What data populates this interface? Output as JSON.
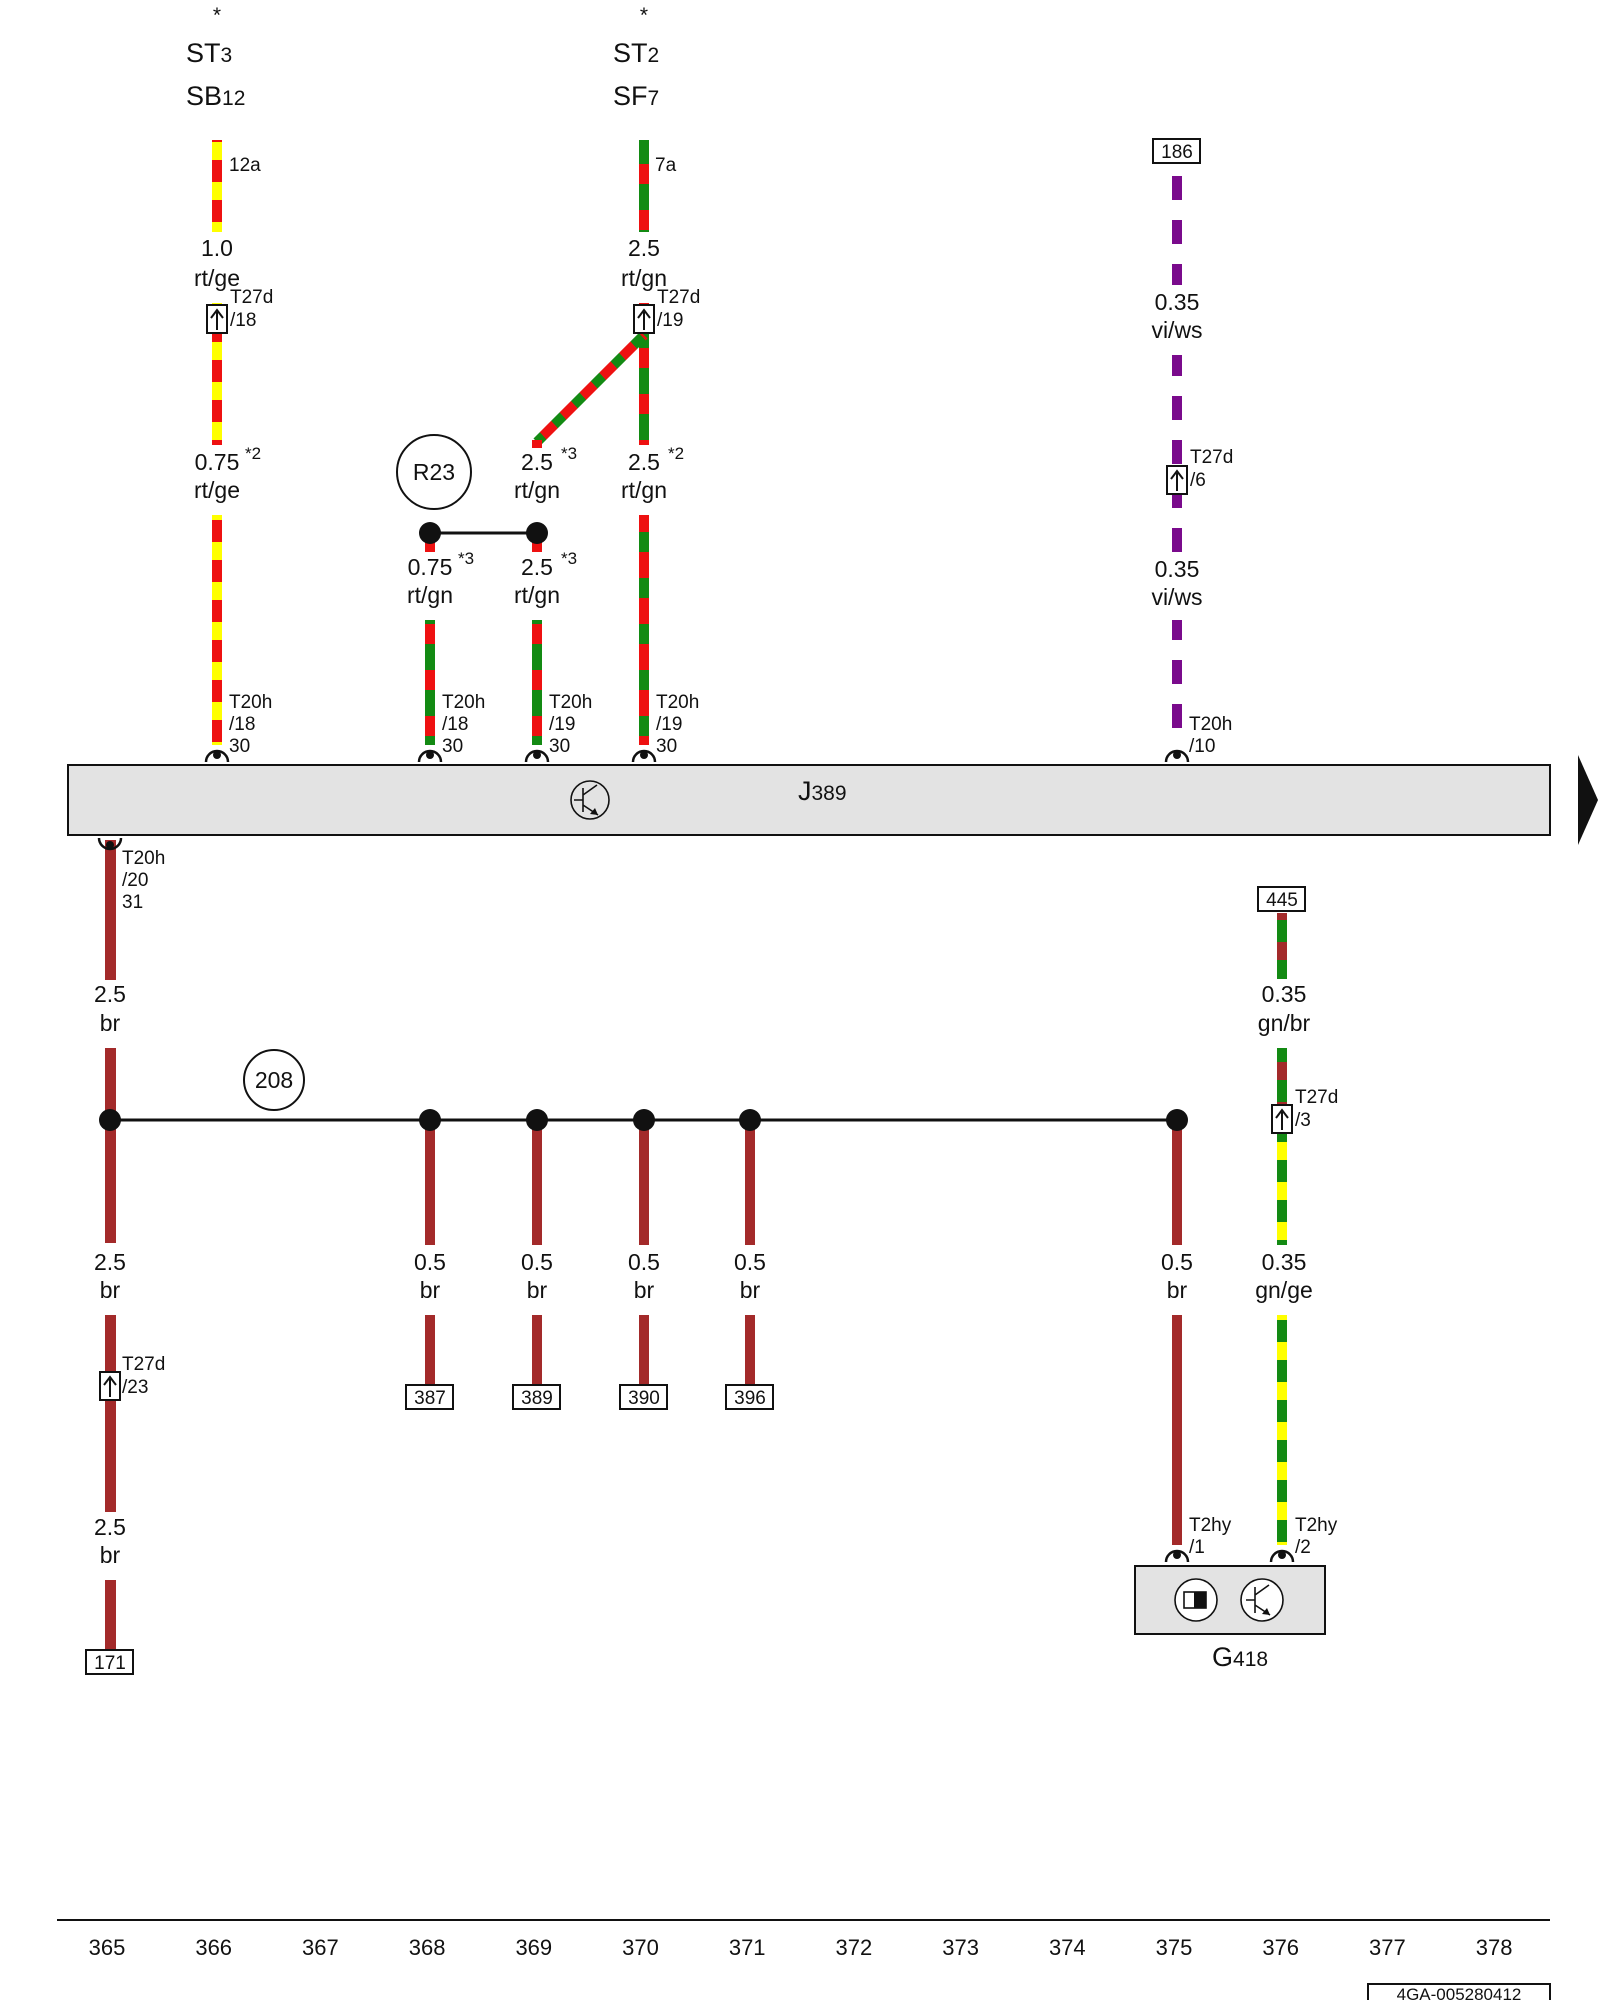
{
  "colors": {
    "rt": "#ee1111",
    "ge": "#ffff00",
    "gn": "#138a13",
    "vi": "#7a0a8c",
    "ws": "#ffffff",
    "br": "#a32a2a",
    "module_fill": "#e3e3e3",
    "line": "#111111"
  },
  "header": {
    "fuse_a": {
      "star": "*",
      "line1": "ST",
      "line1_sub": "3",
      "line2": "SB",
      "line2_sub": "12",
      "term": "12a"
    },
    "fuse_b": {
      "star": "*",
      "line1": "ST",
      "line1_sub": "2",
      "line2": "SF",
      "line2_sub": "7",
      "term": "7a"
    }
  },
  "module_j389": {
    "label": "J",
    "label_sub": "389",
    "icon": "transistor-icon",
    "continue_icon": "arrow-right-icon"
  },
  "component_g418": {
    "label": "G",
    "label_sub": "418",
    "icons": [
      "sensor-element-icon",
      "transistor-icon"
    ]
  },
  "circles": {
    "r23": "R23",
    "n208": "208"
  },
  "refs": {
    "r186": "186",
    "r445": "445",
    "r171": "171",
    "r387": "387",
    "r389": "389",
    "r390": "390",
    "r396": "396"
  },
  "wires": {
    "w366_top": {
      "size": "1.0",
      "color": "rt/ge"
    },
    "w366_mid": {
      "size": "0.75",
      "note": "*2",
      "color": "rt/ge"
    },
    "w368": {
      "size": "0.75",
      "note": "*3",
      "color": "rt/gn"
    },
    "w369_up": {
      "size": "2.5",
      "note": "*3",
      "color": "rt/gn"
    },
    "w369_low": {
      "size": "2.5",
      "note": "*3",
      "color": "rt/gn"
    },
    "w370_top": {
      "size": "2.5",
      "color": "rt/gn"
    },
    "w370_mid": {
      "size": "2.5",
      "note": "*2",
      "color": "rt/gn"
    },
    "w375_a": {
      "size": "0.35",
      "color": "vi/ws"
    },
    "w375_b": {
      "size": "0.35",
      "color": "vi/ws"
    },
    "w365_a": {
      "size": "2.5",
      "color": "br"
    },
    "w365_b": {
      "size": "2.5",
      "color": "br"
    },
    "w365_c": {
      "size": "2.5",
      "color": "br"
    },
    "w368_gnd": {
      "size": "0.5",
      "color": "br"
    },
    "w369_gnd": {
      "size": "0.5",
      "color": "br"
    },
    "w370_gnd": {
      "size": "0.5",
      "color": "br"
    },
    "w371_gnd": {
      "size": "0.5",
      "color": "br"
    },
    "w375_gnd": {
      "size": "0.5",
      "color": "br"
    },
    "w376_a": {
      "size": "0.35",
      "color": "gn/br"
    },
    "w376_b": {
      "size": "0.35",
      "color": "gn/ge"
    }
  },
  "connectors": {
    "t27d_18": {
      "name": "T27d",
      "pin": "/18"
    },
    "t27d_19": {
      "name": "T27d",
      "pin": "/19"
    },
    "t27d_6": {
      "name": "T27d",
      "pin": "/6"
    },
    "t27d_23": {
      "name": "T27d",
      "pin": "/23"
    },
    "t27d_3": {
      "name": "T27d",
      "pin": "/3"
    },
    "t20h_366": {
      "name": "T20h",
      "pin": "/18",
      "term": "30"
    },
    "t20h_368": {
      "name": "T20h",
      "pin": "/18",
      "term": "30"
    },
    "t20h_369": {
      "name": "T20h",
      "pin": "/19",
      "term": "30"
    },
    "t20h_370": {
      "name": "T20h",
      "pin": "/19",
      "term": "30"
    },
    "t20h_375": {
      "name": "T20h",
      "pin": "/10"
    },
    "t20h_365": {
      "name": "T20h",
      "pin": "/20",
      "term": "31"
    },
    "t2hy_1": {
      "name": "T2hy",
      "pin": "/1"
    },
    "t2hy_2": {
      "name": "T2hy",
      "pin": "/2"
    }
  },
  "footer": {
    "columns": [
      "365",
      "366",
      "367",
      "368",
      "369",
      "370",
      "371",
      "372",
      "373",
      "374",
      "375",
      "376",
      "377",
      "378"
    ],
    "code": "4GA-005280412"
  }
}
